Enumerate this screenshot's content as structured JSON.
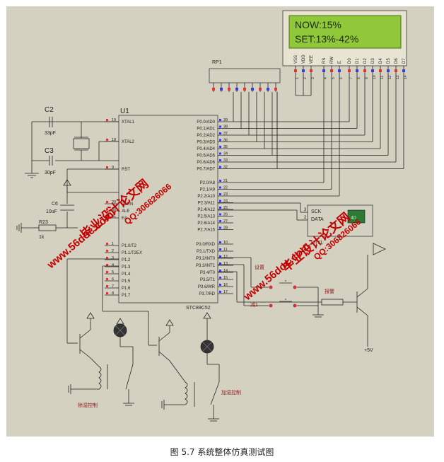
{
  "lcd": {
    "line1": "NOW:15%",
    "line2": "SET:13%-42%",
    "pins": [
      "VSS",
      "VDD",
      "VEE",
      "RS",
      "RW",
      "E",
      "D0",
      "D1",
      "D2",
      "D3",
      "D4",
      "D5",
      "D6",
      "D7"
    ],
    "pin_numbers": [
      "1",
      "2",
      "3",
      "4",
      "5",
      "6",
      "7",
      "8",
      "9",
      "10",
      "11",
      "12",
      "13",
      "14"
    ]
  },
  "rp1": {
    "label": "RP1"
  },
  "mcu": {
    "label": "U1",
    "part": "STC89C52",
    "left_top_pins": [
      {
        "name": "XTAL1",
        "num": "19"
      },
      {
        "name": "XTAL2",
        "num": "18"
      },
      {
        "name": "RST",
        "num": "9"
      }
    ],
    "left_mid_pins": [
      {
        "name": "PSEN",
        "num": "29"
      },
      {
        "name": "ALE",
        "num": "30"
      },
      {
        "name": "EA",
        "num": "31"
      }
    ],
    "left_p1_pins": [
      {
        "name": "P1.0/T2",
        "num": "1"
      },
      {
        "name": "P1.1/T2EX",
        "num": "2"
      },
      {
        "name": "P1.2",
        "num": "3"
      },
      {
        "name": "P1.3",
        "num": "4"
      },
      {
        "name": "P1.4",
        "num": "5"
      },
      {
        "name": "P1.5",
        "num": "6"
      },
      {
        "name": "P1.6",
        "num": "7"
      },
      {
        "name": "P1.7",
        "num": "8"
      }
    ],
    "p0_pins": [
      {
        "name": "P0.0/AD0",
        "num": "39"
      },
      {
        "name": "P0.1/AD1",
        "num": "38"
      },
      {
        "name": "P0.2/AD2",
        "num": "37"
      },
      {
        "name": "P0.3/AD3",
        "num": "36"
      },
      {
        "name": "P0.4/AD4",
        "num": "35"
      },
      {
        "name": "P0.5/AD5",
        "num": "34"
      },
      {
        "name": "P0.6/AD6",
        "num": "33"
      },
      {
        "name": "P0.7/AD7",
        "num": "32"
      }
    ],
    "p2_pins": [
      {
        "name": "P2.0/A8",
        "num": "21"
      },
      {
        "name": "P2.1/A9",
        "num": "22"
      },
      {
        "name": "P2.2/A10",
        "num": "23"
      },
      {
        "name": "P2.3/A11",
        "num": "24"
      },
      {
        "name": "P2.4/A12",
        "num": "25"
      },
      {
        "name": "P2.5/A13",
        "num": "26"
      },
      {
        "name": "P2.6/A14",
        "num": "27"
      },
      {
        "name": "P2.7/A15",
        "num": "28"
      }
    ],
    "p3_pins": [
      {
        "name": "P3.0/RXD",
        "num": "10"
      },
      {
        "name": "P3.1/TXD",
        "num": "11"
      },
      {
        "name": "P3.2/INT0",
        "num": "12"
      },
      {
        "name": "P3.3/INT1",
        "num": "13"
      },
      {
        "name": "P3.4/T0",
        "num": "14"
      },
      {
        "name": "P3.5/T1",
        "num": "15"
      },
      {
        "name": "P3.6/WR",
        "num": "16"
      },
      {
        "name": "P3.7/RD",
        "num": "17"
      }
    ]
  },
  "components": {
    "c2": {
      "ref": "C2",
      "value": "33pF"
    },
    "c3": {
      "ref": "C3",
      "value": "30pF"
    },
    "c6": {
      "ref": "C6",
      "value": "10uF"
    },
    "r23": {
      "ref": "R23",
      "value": "1k"
    }
  },
  "sensor": {
    "ref": "HT11",
    "pin_sck": "SCK",
    "pin_data": "DATA",
    "pin3": "3",
    "pin2": "2"
  },
  "labels": {
    "btn1": "设置",
    "btn2": "减1",
    "buzzer": "报警",
    "vcc": "+5V",
    "relay1": "除湿控制",
    "relay2": "加湿控制"
  },
  "watermark": {
    "site": "www.56doc.com",
    "title": "毕业设计论文网",
    "qq": "QQ:306826066"
  },
  "caption": "图 5.7  系统整体仿真测试图"
}
